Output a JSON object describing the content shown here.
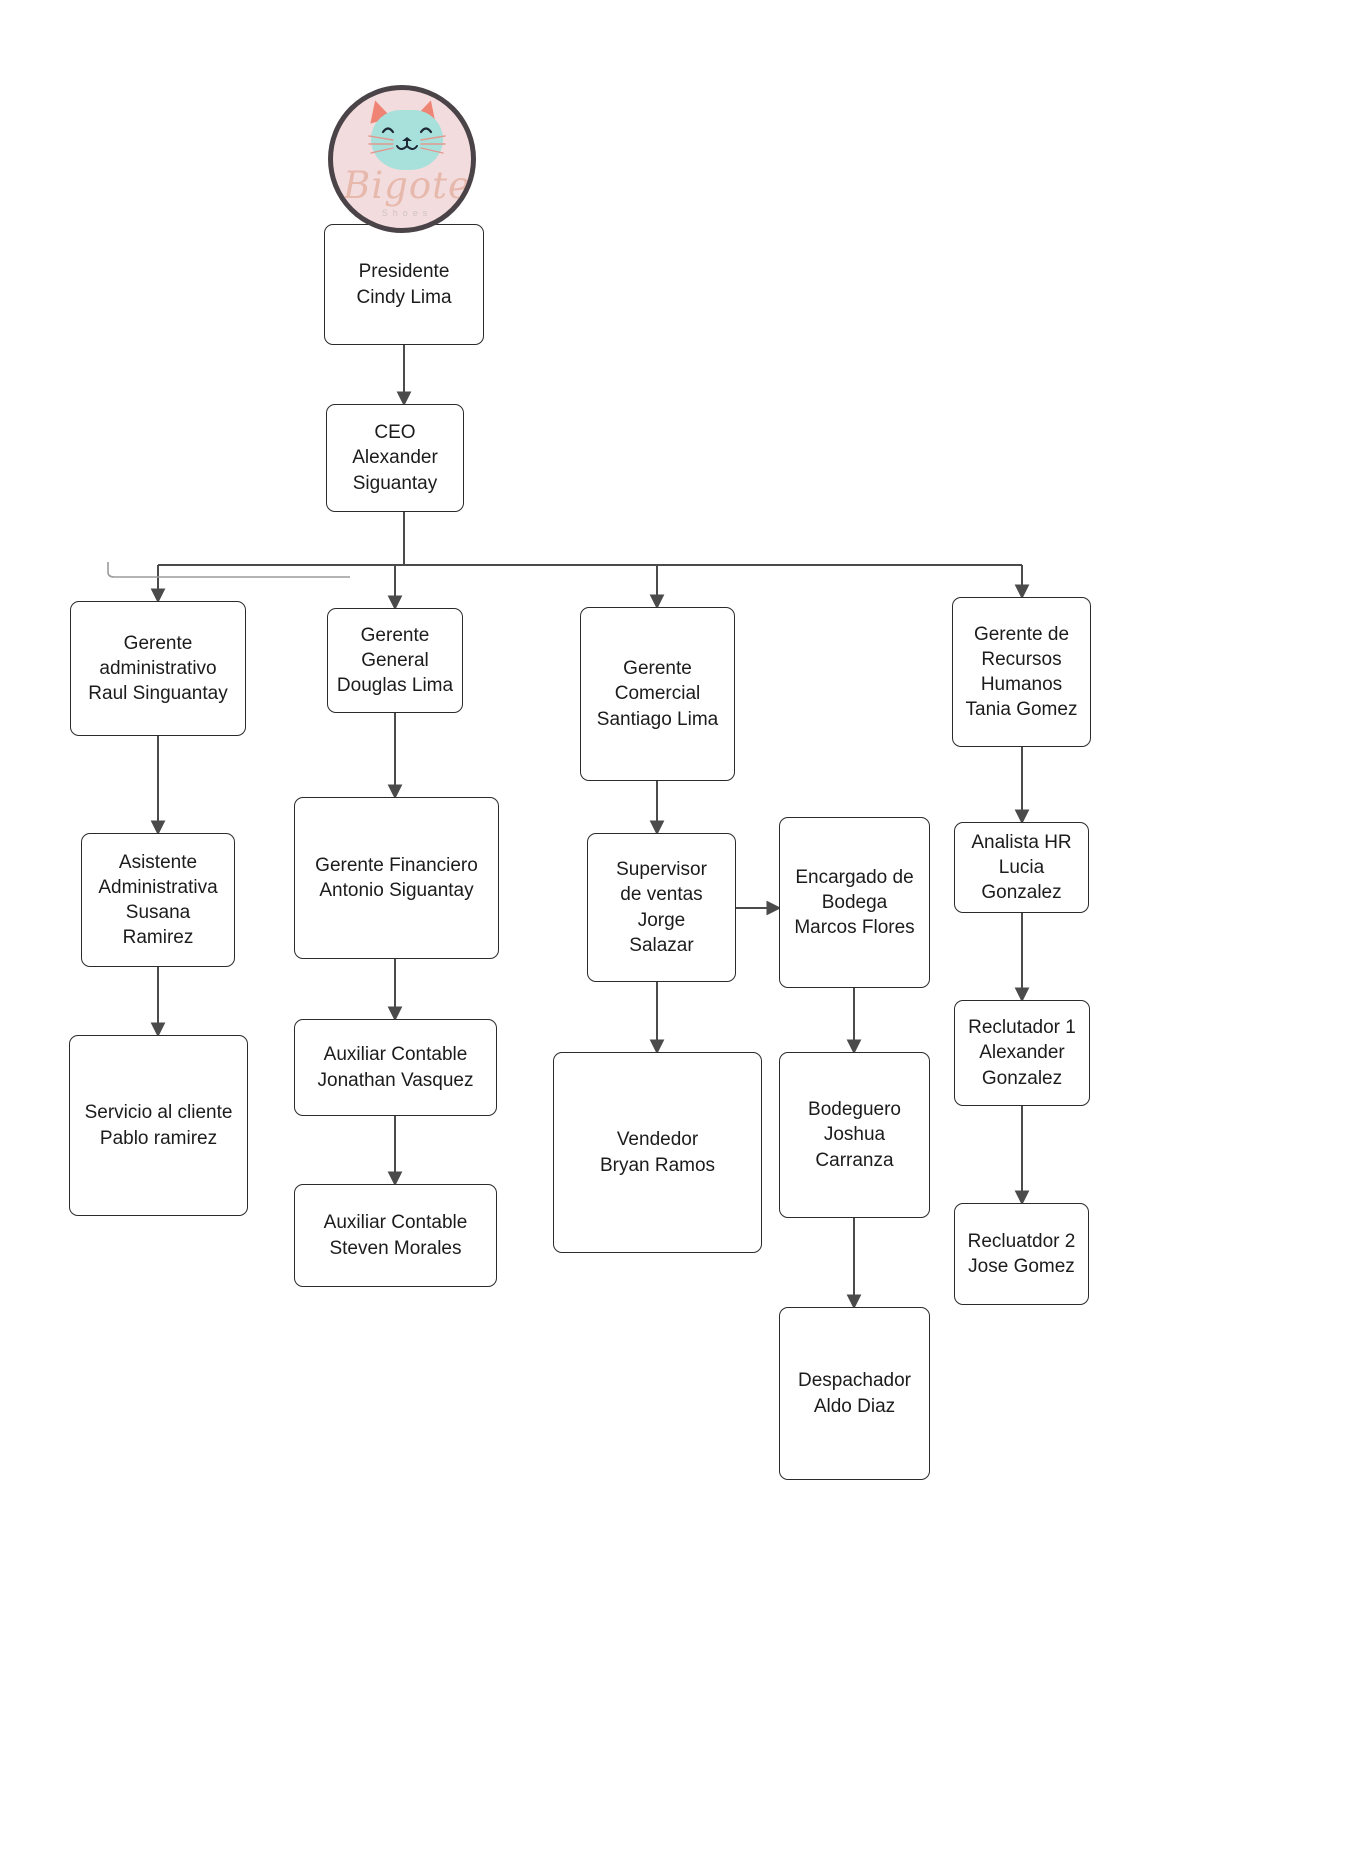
{
  "logo": {
    "brand_script": "Bigote",
    "brand_sub": "Shoes",
    "colors": {
      "circle_fill": "#f3dcdd",
      "circle_border": "#4a4347",
      "cat_face": "#a8e0dc",
      "cat_ears": "#ef8475",
      "script_text": "#e7b9ad"
    }
  },
  "chart_style": {
    "box_border": "#2b2b2b",
    "box_fill": "#ffffff",
    "edge_color": "#3a3a3a",
    "text_color": "#1c1c1c"
  },
  "nodes": {
    "presidente": {
      "title": "Presidente",
      "person": "Cindy Lima"
    },
    "ceo": {
      "title": "CEO",
      "person": "Alexander\nSiguantay"
    },
    "gerente_admin": {
      "title": "Gerente\nadministrativo",
      "person": "Raul Singuantay"
    },
    "asistente_admin": {
      "title": "Asistente\nAdministrativa",
      "person": "Susana\nRamirez"
    },
    "servicio_cliente": {
      "title": "Servicio al cliente",
      "person": "Pablo ramirez"
    },
    "gerente_general": {
      "title": "Gerente\nGeneral",
      "person": "Douglas Lima"
    },
    "gerente_financiero": {
      "title": "Gerente Financiero",
      "person": "Antonio Siguantay"
    },
    "aux_contable_1": {
      "title": "Auxiliar Contable",
      "person": "Jonathan Vasquez"
    },
    "aux_contable_2": {
      "title": "Auxiliar Contable",
      "person": "Steven Morales"
    },
    "gerente_comercial": {
      "title": "Gerente\nComercial",
      "person": "Santiago Lima"
    },
    "supervisor_ventas": {
      "title": "Supervisor\nde ventas",
      "person": "Jorge\nSalazar"
    },
    "vendedor": {
      "title": "Vendedor",
      "person": "Bryan Ramos"
    },
    "encargado_bodega": {
      "title": "Encargado de\nBodega",
      "person": "Marcos Flores"
    },
    "bodeguero": {
      "title": "Bodeguero",
      "person": "Joshua\nCarranza"
    },
    "despachador": {
      "title": "Despachador",
      "person": "Aldo Diaz"
    },
    "gerente_rrhh": {
      "title": "Gerente de\nRecursos\nHumanos",
      "person": "Tania Gomez"
    },
    "analista_hr": {
      "title": "Analista HR",
      "person": "Lucia\nGonzalez"
    },
    "reclutador_1": {
      "title": "Reclutador 1",
      "person": "Alexander\nGonzalez"
    },
    "reclutador_2": {
      "title": "Recluatdor 2",
      "person": "Jose Gomez"
    }
  },
  "text": {
    "presidente": "Presidente\nCindy Lima",
    "ceo": "CEO\nAlexander\nSiguantay",
    "gerente_admin": "Gerente\nadministrativo\nRaul Singuantay",
    "asistente_admin": "Asistente\nAdministrativa\nSusana\nRamirez",
    "servicio_cliente": "Servicio al cliente\nPablo ramirez",
    "gerente_general": "Gerente\nGeneral\nDouglas Lima",
    "gerente_financiero": "Gerente Financiero\nAntonio Siguantay",
    "aux_contable_1": "Auxiliar Contable\nJonathan Vasquez",
    "aux_contable_2": "Auxiliar Contable\nSteven Morales",
    "gerente_comercial": "Gerente\nComercial\nSantiago Lima",
    "supervisor_ventas": "Supervisor\nde ventas\nJorge\nSalazar",
    "vendedor": "Vendedor\nBryan Ramos",
    "encargado_bodega": "Encargado de\nBodega\nMarcos Flores",
    "bodeguero": "Bodeguero\nJoshua\nCarranza",
    "despachador": "Despachador\nAldo Diaz",
    "gerente_rrhh": "Gerente de\nRecursos\nHumanos\nTania Gomez",
    "analista_hr": "Analista HR\nLucia\nGonzalez",
    "reclutador_1": "Reclutador 1\nAlexander\nGonzalez",
    "reclutador_2": "Recluatdor 2\nJose Gomez"
  },
  "edges": [
    {
      "from": "presidente",
      "to": "ceo",
      "kind": "vertical"
    },
    {
      "from": "ceo",
      "to": "gerente_admin",
      "kind": "bus"
    },
    {
      "from": "ceo",
      "to": "gerente_general",
      "kind": "bus"
    },
    {
      "from": "ceo",
      "to": "gerente_comercial",
      "kind": "bus"
    },
    {
      "from": "ceo",
      "to": "gerente_rrhh",
      "kind": "bus"
    },
    {
      "from": "gerente_admin",
      "to": "asistente_admin",
      "kind": "vertical"
    },
    {
      "from": "asistente_admin",
      "to": "servicio_cliente",
      "kind": "vertical"
    },
    {
      "from": "gerente_general",
      "to": "gerente_financiero",
      "kind": "vertical"
    },
    {
      "from": "gerente_financiero",
      "to": "aux_contable_1",
      "kind": "vertical"
    },
    {
      "from": "aux_contable_1",
      "to": "aux_contable_2",
      "kind": "vertical"
    },
    {
      "from": "gerente_comercial",
      "to": "supervisor_ventas",
      "kind": "vertical"
    },
    {
      "from": "supervisor_ventas",
      "to": "vendedor",
      "kind": "vertical"
    },
    {
      "from": "supervisor_ventas",
      "to": "encargado_bodega",
      "kind": "horizontal"
    },
    {
      "from": "encargado_bodega",
      "to": "bodeguero",
      "kind": "vertical"
    },
    {
      "from": "bodeguero",
      "to": "despachador",
      "kind": "vertical"
    },
    {
      "from": "gerente_rrhh",
      "to": "analista_hr",
      "kind": "vertical"
    },
    {
      "from": "analista_hr",
      "to": "reclutador_1",
      "kind": "vertical"
    },
    {
      "from": "reclutador_1",
      "to": "reclutador_2",
      "kind": "vertical"
    }
  ]
}
